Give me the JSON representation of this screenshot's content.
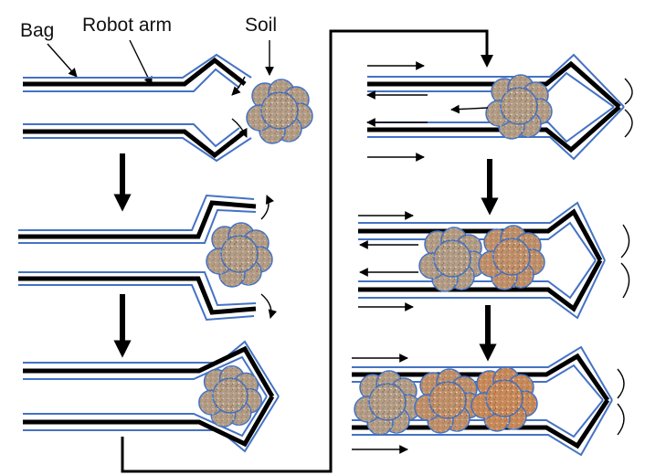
{
  "labels": {
    "bag": "Bag",
    "robot_arm": "Robot arm",
    "soil": "Soil"
  },
  "colors": {
    "arm": "#000000",
    "bag_film": "#4472c4",
    "soil_1": "#b39d86",
    "soil_2": "#c0906a",
    "soil_3": "#c98a5a",
    "background": "#ffffff"
  }
}
